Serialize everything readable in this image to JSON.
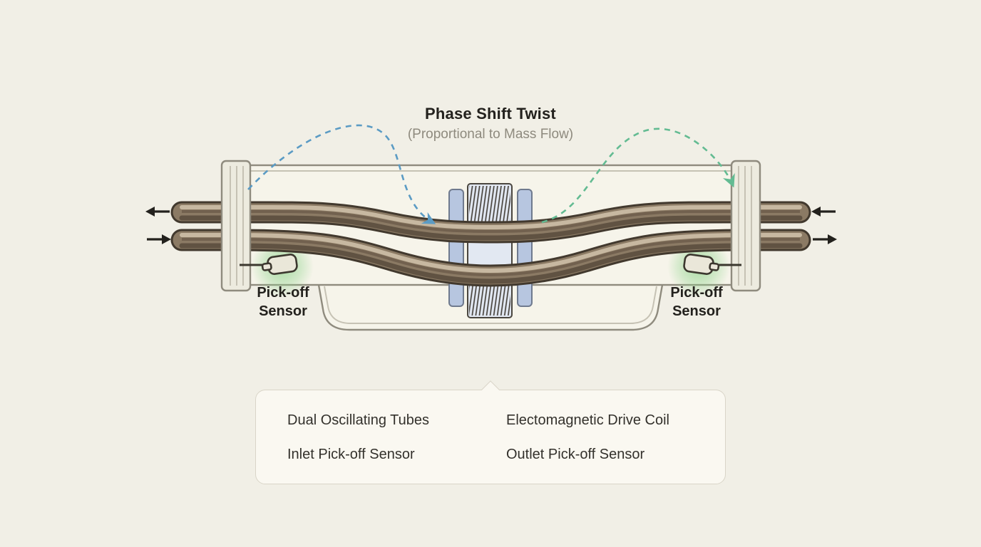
{
  "title": "Phase Shift Twist",
  "subtitle": "(Proportional to Mass Flow)",
  "sensors": {
    "left": {
      "line1": "Pick-off",
      "line2": "Sensor"
    },
    "right": {
      "line1": "Pick-off",
      "line2": "Sensor"
    }
  },
  "legend": {
    "items": [
      "Dual Oscillating Tubes",
      "Electomagnetic Drive Coil",
      "Inlet Pick-off Sensor",
      "Outlet Pick-off Sensor"
    ]
  },
  "colors": {
    "bg": "#f1efe6",
    "ink": "#23211d",
    "muted": "#8e8a7e",
    "dash_blue": "#5b9bc4",
    "dash_green": "#63bb92",
    "glow": "#8fd48c",
    "tube_dark": "#42392e",
    "tube_mid": "#8b7a64",
    "tube_hi": "#cdbfa7",
    "coil_plate": "#b7c6e0",
    "coil_fill": "#e2e8f2",
    "legend_bg": "#faf8f1",
    "legend_border": "#d9d5c8",
    "housing_fill": "#f6f4ea"
  }
}
